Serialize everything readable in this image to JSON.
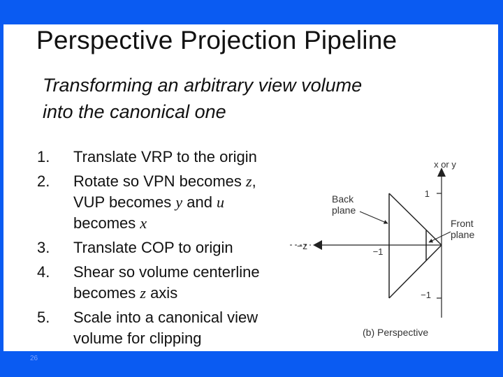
{
  "slide": {
    "title": "Perspective Projection Pipeline",
    "subtitle_line1": "Transforming an arbitrary view volume",
    "subtitle_line2": "into the canonical one",
    "slide_number": "26"
  },
  "steps": [
    {
      "num": "1.",
      "parts": [
        "Translate VRP to the origin"
      ]
    },
    {
      "num": "2.",
      "parts": [
        "Rotate so VPN becomes ",
        "z",
        ",",
        "VUP becomes ",
        "y",
        " and ",
        "u",
        "becomes ",
        "x"
      ]
    },
    {
      "num": "3.",
      "parts": [
        "Translate COP to origin"
      ]
    },
    {
      "num": "4.",
      "parts": [
        "Shear so volume centerline",
        "becomes ",
        "z",
        " axis"
      ]
    },
    {
      "num": "5.",
      "parts": [
        "Scale into a canonical view",
        "volume for clipping"
      ]
    }
  ],
  "figure": {
    "axis_label_top": "x or y",
    "tick_plus_one": "1",
    "tick_minus_one_axis": "−1",
    "tick_minus_one_bottom": "−1",
    "neg_z_label": "−z",
    "back_plane_line1": "Back",
    "back_plane_line2": "plane",
    "front_plane_line1": "Front",
    "front_plane_line2": "plane",
    "caption": "(b) Perspective"
  }
}
